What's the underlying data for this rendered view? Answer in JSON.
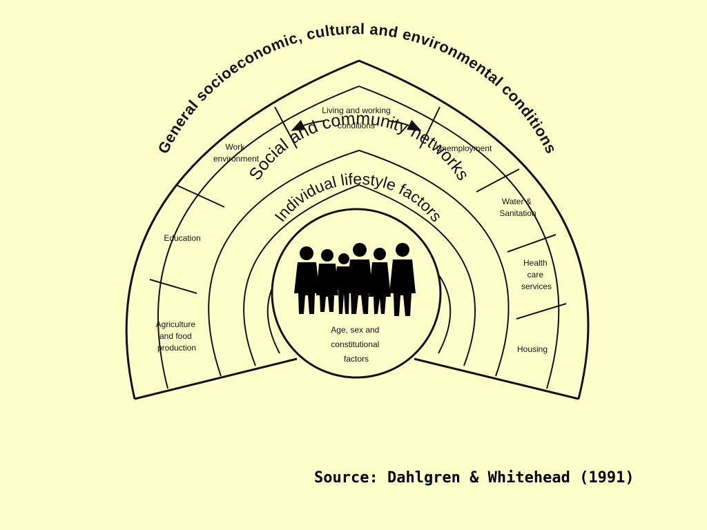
{
  "layers": {
    "outer": "General socioeconomic, cultural and environmental conditions",
    "social": "Social and community networks",
    "individual": "Individual lifestyle factors"
  },
  "core": {
    "line1": "Age, sex and",
    "line2": "constitutional",
    "line3": "factors"
  },
  "living_working": {
    "line1": "Living and working",
    "line2": "conditions"
  },
  "sectors": {
    "agriculture": [
      "Agriculture",
      "and food",
      "production"
    ],
    "education": [
      "Education"
    ],
    "work_environment": [
      "Work",
      "environment"
    ],
    "unemployment": [
      "Unemployment"
    ],
    "water": [
      "Water &",
      "Sanitation"
    ],
    "health_care": [
      "Health",
      "care",
      "services"
    ],
    "housing": [
      "Housing"
    ]
  },
  "source": "Source: Dahlgren & Whitehead (1991)"
}
